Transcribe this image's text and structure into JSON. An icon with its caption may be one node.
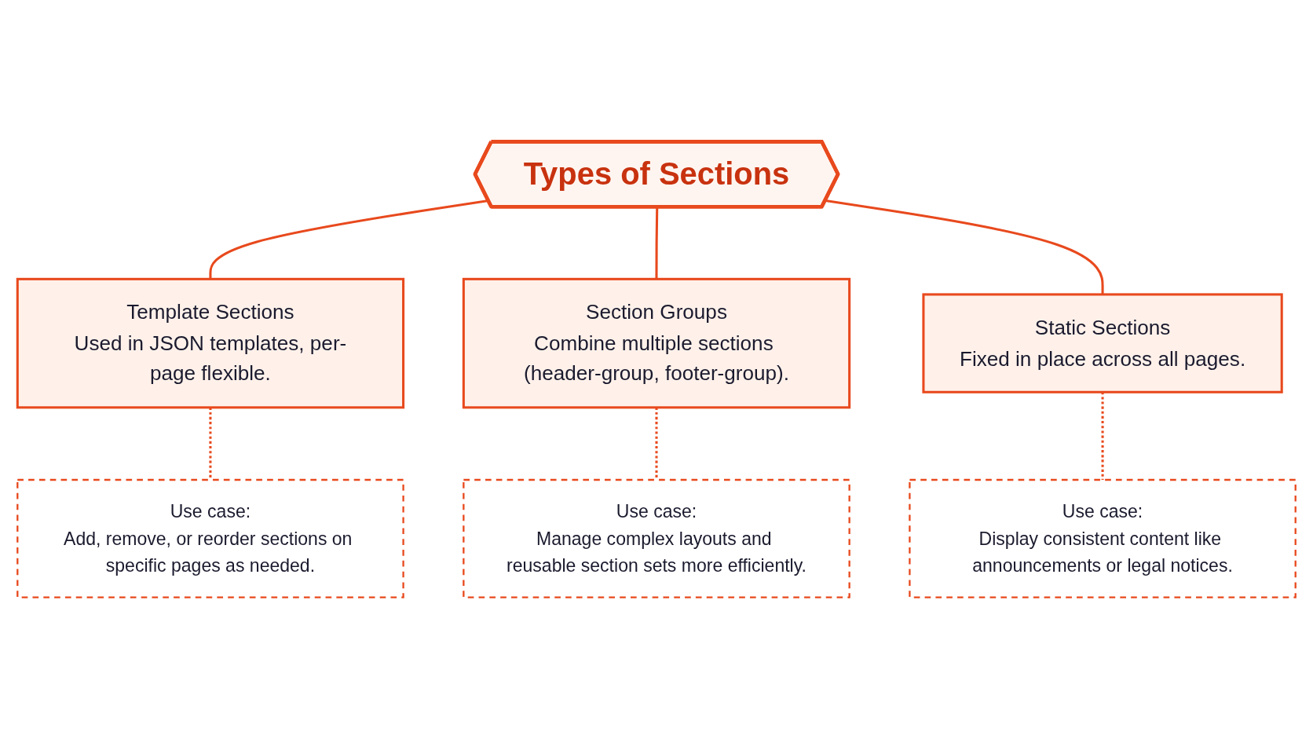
{
  "diagram": {
    "nodes": [
      {
        "text": [
          "Types of Sections"
        ]
      },
      {
        "text": [
          "Template Sections",
          "Used in JSON templates, per-page flexible."
        ]
      },
      {
        "text": [
          "Use case:",
          "Add, remove, or reorder sections on specific pages as needed."
        ]
      },
      {
        "text": [
          "Static Sections",
          "Fixed in place across all pages."
        ]
      },
      {
        "text": [
          "Use case:",
          "Display consistent content like announcements or legal notices."
        ]
      },
      {
        "text": [
          "Section Groups",
          "Combine multiple sections (header-group, footer-group)."
        ]
      },
      {
        "text": [
          "Use case:",
          "Manage complex layouts and reusable section sets more efficiently."
        ]
      }
    ],
    "edges": [
      {
        "from": 0,
        "to": 1,
        "arrow": "none"
      },
      {
        "from": 0,
        "to": 5,
        "arrow": "none"
      },
      {
        "from": 0,
        "to": 3,
        "arrow": "none"
      },
      {
        "from": 1,
        "to": 2,
        "arrow": "none",
        "style": "dashed"
      },
      {
        "from": 3,
        "to": 4,
        "arrow": "none",
        "style": "dashed"
      },
      {
        "from": 5,
        "to": 6,
        "arrow": "none",
        "style": "dashed"
      }
    ]
  }
}
